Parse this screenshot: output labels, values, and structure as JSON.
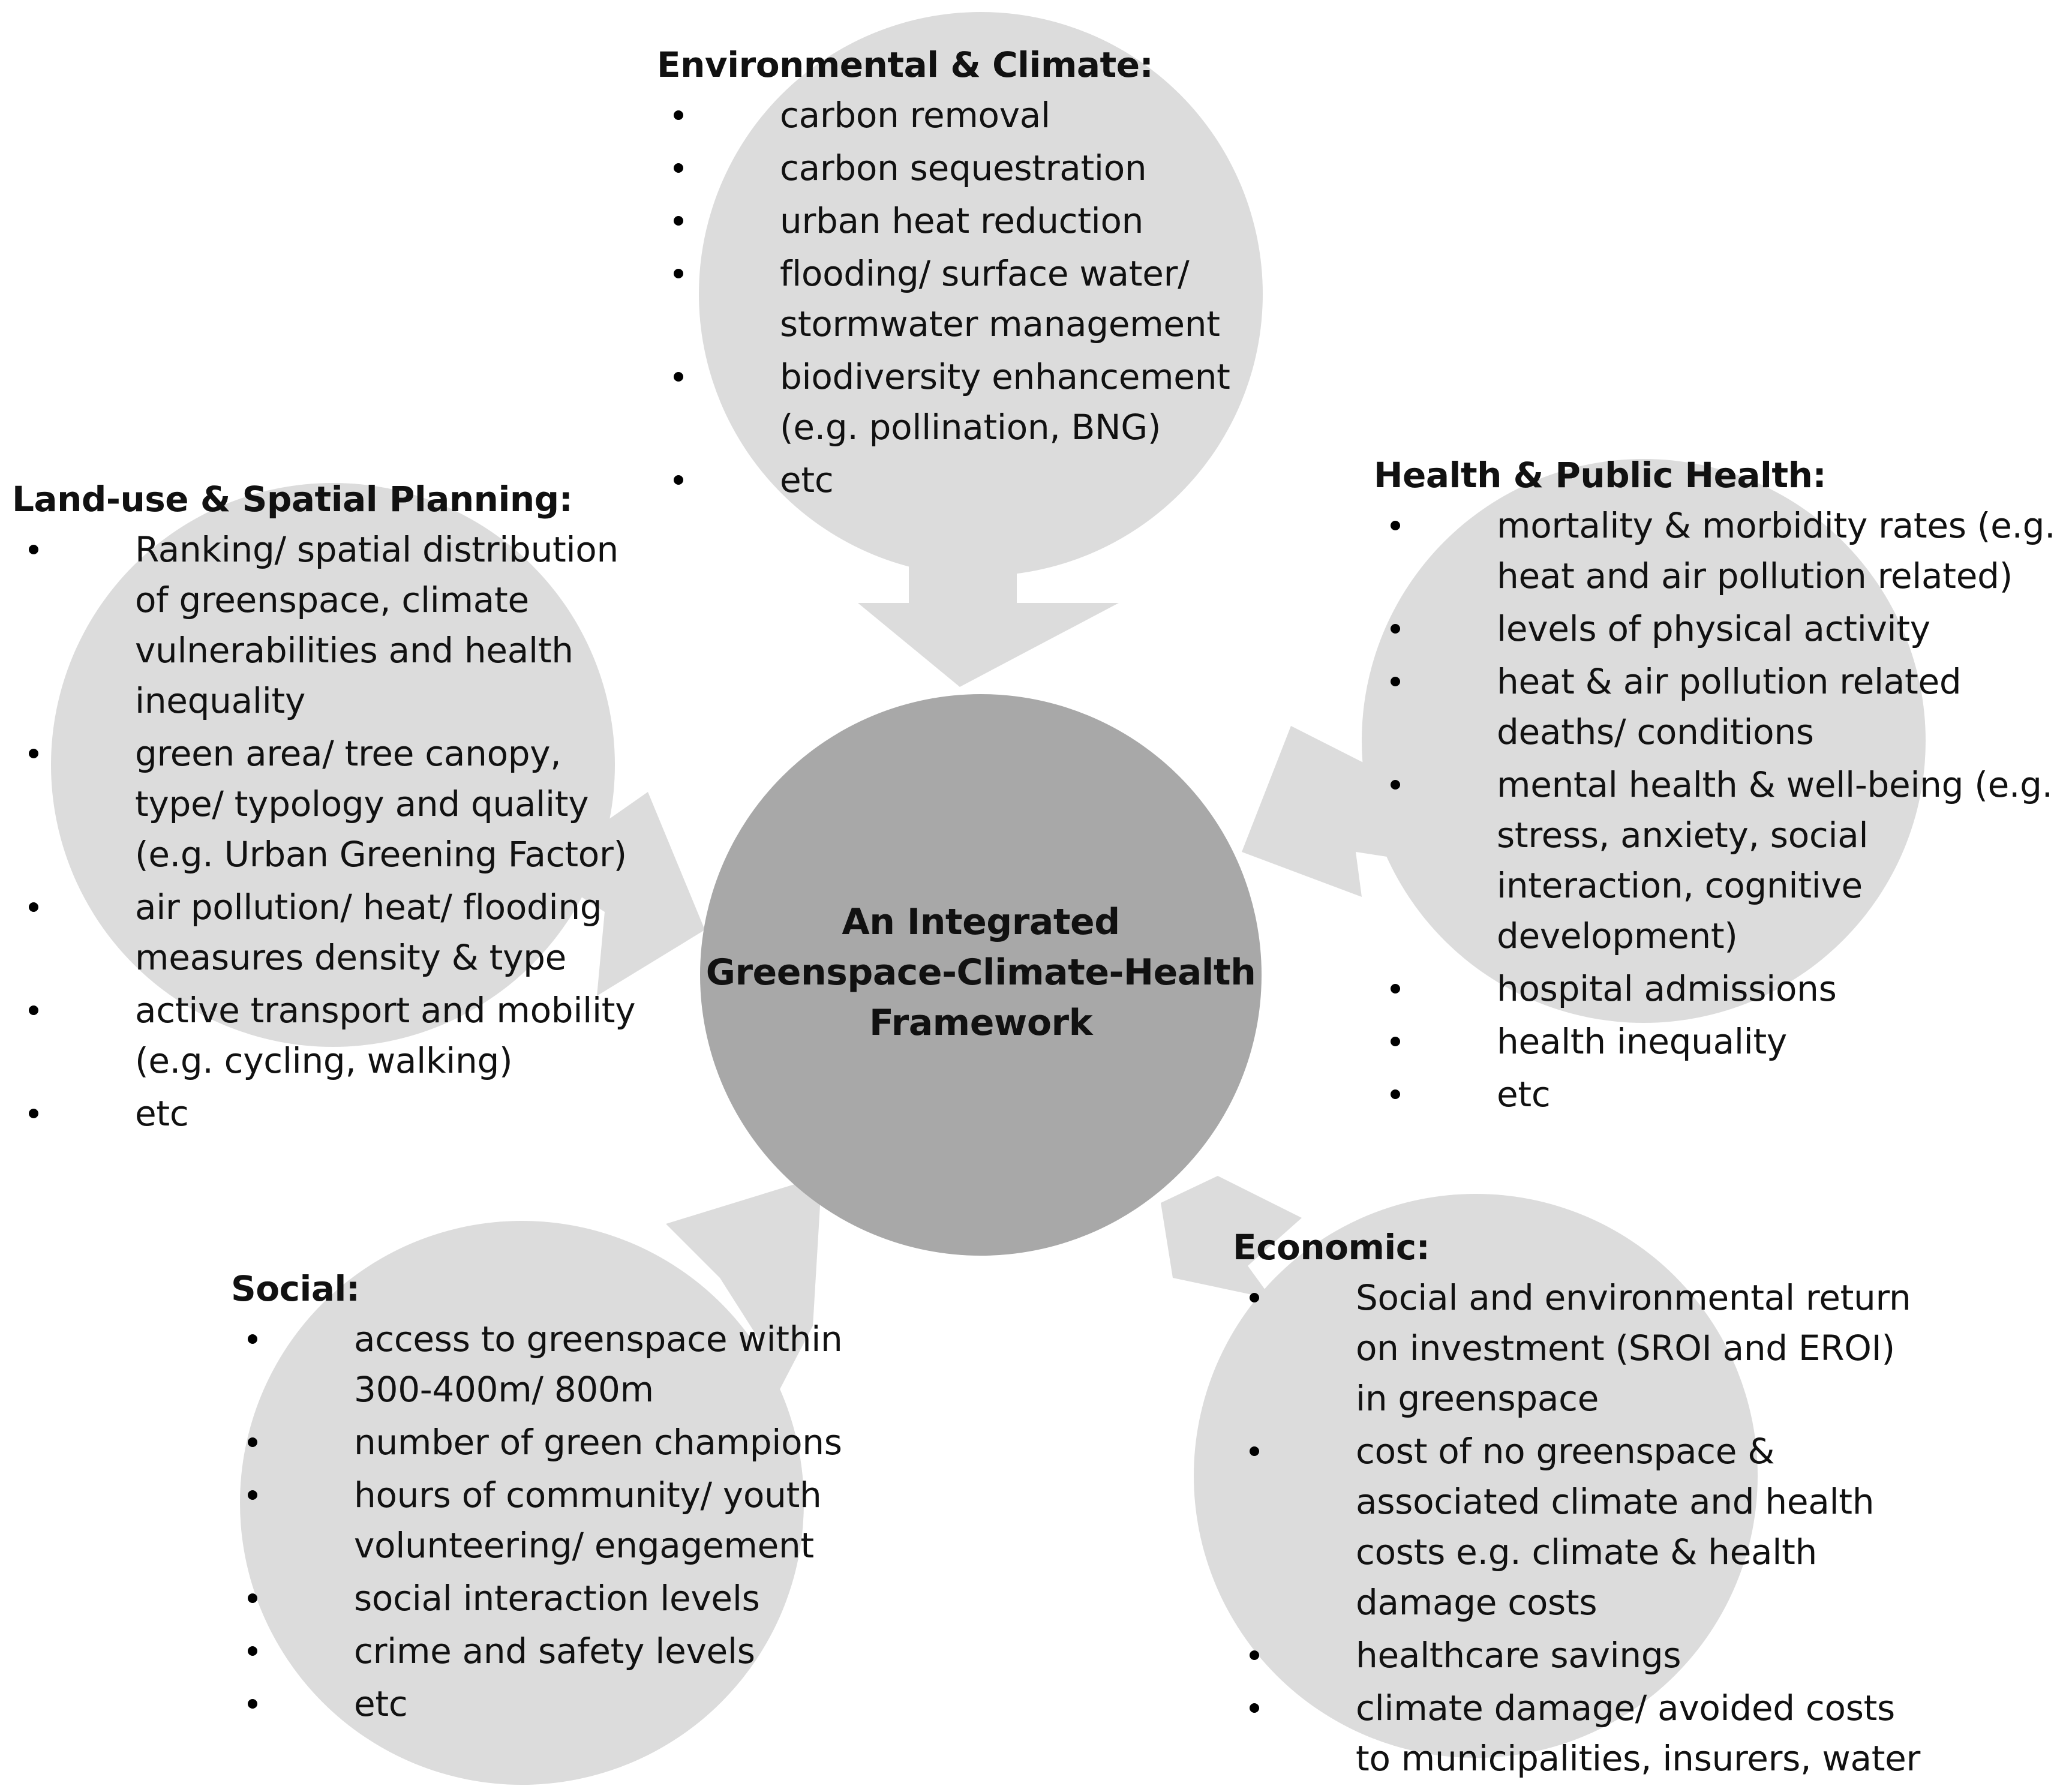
{
  "colors": {
    "outer_circle": "#dcdcdc",
    "arrow": "#dcdcdc",
    "center_circle": "#a8a8a8",
    "text": "#111111"
  },
  "center": {
    "title_lines": [
      "An Integrated",
      "Greenspace-Climate-Health",
      "Framework"
    ]
  },
  "groups": {
    "environmental": {
      "title": "Environmental & Climate:",
      "items": [
        [
          "carbon removal"
        ],
        [
          "carbon sequestration"
        ],
        [
          "urban heat reduction"
        ],
        [
          "flooding/ surface water/",
          "stormwater management"
        ],
        [
          "biodiversity enhancement",
          "(e.g. pollination, BNG)"
        ],
        [
          "etc"
        ]
      ]
    },
    "landuse": {
      "title": "Land-use & Spatial Planning:",
      "items": [
        [
          "Ranking/ spatial distribution",
          "of greenspace, climate",
          "vulnerabilities and health",
          "inequality"
        ],
        [
          "green area/ tree canopy,",
          "type/ typology and quality",
          "(e.g. Urban Greening Factor)"
        ],
        [
          "air pollution/ heat/ flooding",
          "measures density & type"
        ],
        [
          "active transport and mobility",
          "(e.g. cycling, walking)"
        ],
        [
          "etc"
        ]
      ]
    },
    "health": {
      "title": "Health & Public Health:",
      "items": [
        [
          "mortality & morbidity rates (e.g.",
          "heat and air pollution related)"
        ],
        [
          "levels of physical activity"
        ],
        [
          "heat & air pollution related",
          "deaths/ conditions"
        ],
        [
          "mental health & well-being (e.g.",
          "stress, anxiety, social",
          "interaction, cognitive",
          "development)"
        ],
        [
          "hospital admissions"
        ],
        [
          "health inequality"
        ],
        [
          "etc"
        ]
      ]
    },
    "social": {
      "title": "Social:",
      "items": [
        [
          "access to greenspace within",
          "300-400m/ 800m"
        ],
        [
          "number of green champions"
        ],
        [
          "hours of community/ youth",
          "volunteering/ engagement"
        ],
        [
          "social interaction levels"
        ],
        [
          "crime and safety levels"
        ],
        [
          "etc"
        ]
      ]
    },
    "economic": {
      "title": "Economic:",
      "items": [
        [
          "Social and environmental return",
          "on investment (SROI and EROI)",
          "in greenspace"
        ],
        [
          "cost of no greenspace &",
          "associated climate and health",
          "costs e.g. climate & health",
          "damage costs"
        ],
        [
          "healthcare savings"
        ],
        [
          "climate damage/ avoided costs",
          "to municipalities, insurers, water"
        ]
      ]
    }
  }
}
